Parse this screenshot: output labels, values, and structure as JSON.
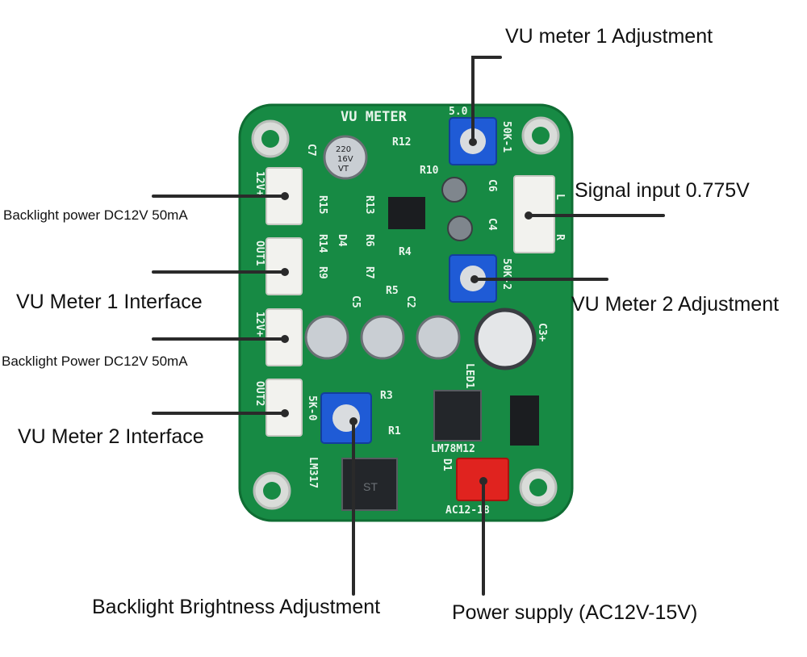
{
  "board": {
    "title": "VU METER",
    "silkscreen": [
      "C7",
      "R12",
      "R10",
      "R15",
      "R13",
      "R14",
      "R6",
      "D4",
      "R9",
      "R7",
      "C5",
      "C2",
      "R4",
      "R5",
      "C6",
      "C4",
      "L",
      "R",
      "50K-1",
      "50K-2",
      "5.0",
      "C3+",
      "LED1",
      "R3",
      "R1",
      "5K-0",
      "LM317",
      "LM78M12",
      "D1",
      "AC12-18",
      "12V+",
      "OUT1",
      "12V+",
      "OUT2"
    ],
    "capacitor_marking": [
      "220",
      "16V",
      "VT"
    ],
    "regulator_marking": "ST"
  },
  "callouts": {
    "vu1_adjust": "VU meter 1 Adjustment",
    "signal_input": "Signal input 0.775V",
    "vu2_adjust": "VU Meter 2 Adjustment",
    "backlight_power_1": "Backlight power DC12V 50mA",
    "vu1_interface": "VU Meter 1 Interface",
    "backlight_power_2": "Backlight Power DC12V 50mA",
    "vu2_interface": "VU Meter 2 Interface",
    "brightness_adjust": "Backlight Brightness Adjustment",
    "power_supply": "Power supply (AC12V-15V)"
  },
  "colors": {
    "pcb": "#178a44",
    "pcb_dark": "#0f6d33",
    "potentiometer": "#1f5bd6",
    "power_connector": "#e0231f",
    "connector": "#f2f2ee",
    "capacitor": "#c9ced3",
    "leader": "#2a2a2a"
  }
}
